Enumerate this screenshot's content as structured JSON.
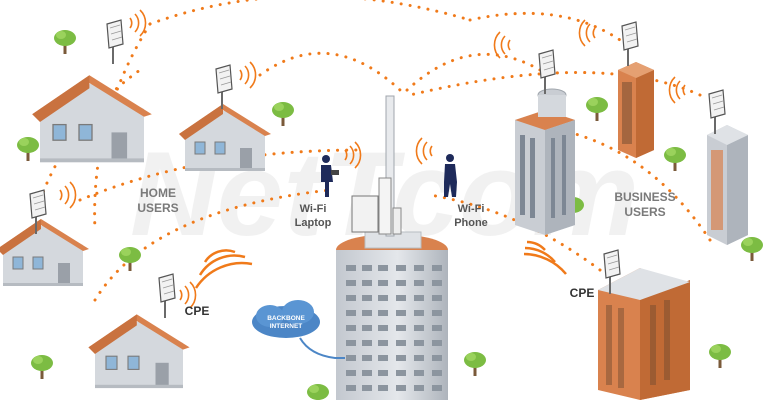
{
  "labels": {
    "home_users_line1": "HOME",
    "home_users_line2": "USERS",
    "business_users_line1": "BUSINESS",
    "business_users_line2": "USERS",
    "wifi_laptop_line1": "Wi-Fi",
    "wifi_laptop_line2": "Laptop",
    "wifi_phone_line1": "Wi-Fi",
    "wifi_phone_line2": "Phone",
    "cpe_left": "CPE",
    "cpe_right": "CPE",
    "backbone_line1": "BACKBONE",
    "backbone_line2": "INTERNET"
  },
  "watermark": "NetTcom",
  "colors": {
    "signal": "#f07a1a",
    "roof": "#d9824e",
    "wall": "#c9cdd3",
    "tower": "#d2d6dc",
    "cloud": "#4c86c6",
    "tree": "#7cbc43"
  },
  "icons": [
    "house-icon",
    "office-building-icon",
    "antenna-icon",
    "tree-icon",
    "person-icon",
    "cloud-icon",
    "signal-wave-icon"
  ]
}
